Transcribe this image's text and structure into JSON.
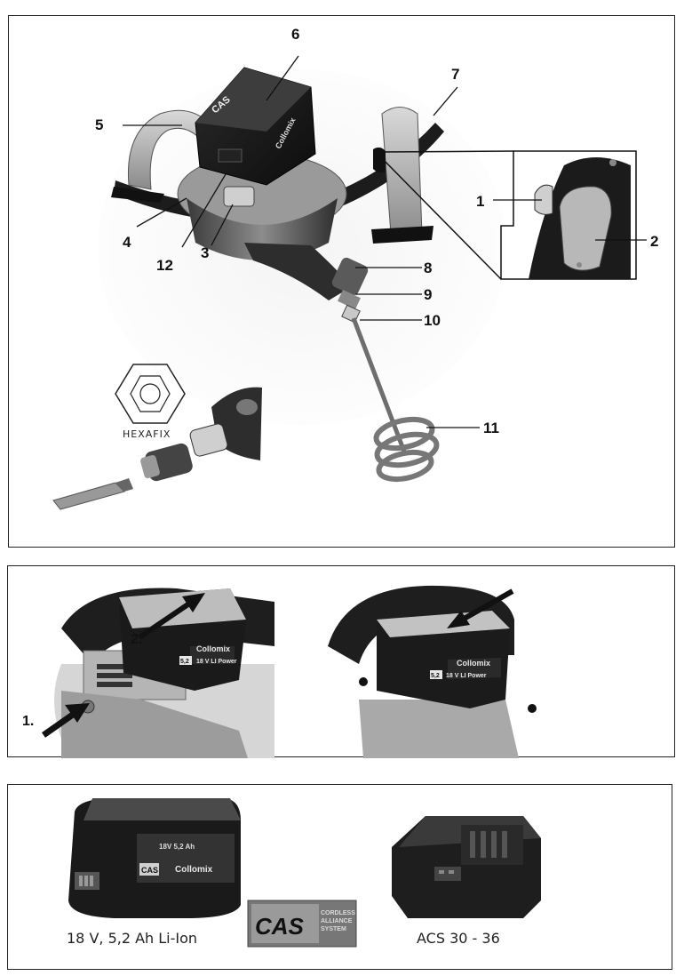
{
  "figure1": {
    "callouts": [
      "1",
      "2",
      "3",
      "4",
      "5",
      "6",
      "7",
      "8",
      "9",
      "10",
      "11",
      "12"
    ],
    "hexafix_label": "HEXAFIX",
    "battery_brand": "Collomix",
    "battery_badge": "CAS"
  },
  "figure2": {
    "step_1": "1.",
    "step_2": "2.",
    "battery_brand": "Collomix",
    "battery_capacity": "5,2",
    "battery_spec": "18 V LI Power"
  },
  "figure3": {
    "battery_caption": "18 V,  5,2 Ah Li-Ion",
    "charger_caption": "ACS 30 - 36",
    "cas_logo_text": "CAS",
    "cas_logo_sub": [
      "CORDLESS",
      "ALLIANCE",
      "SYSTEM"
    ],
    "battery_spec": "18V 5,2 Ah",
    "battery_brand": "Collomix",
    "battery_badge": "CAS"
  }
}
